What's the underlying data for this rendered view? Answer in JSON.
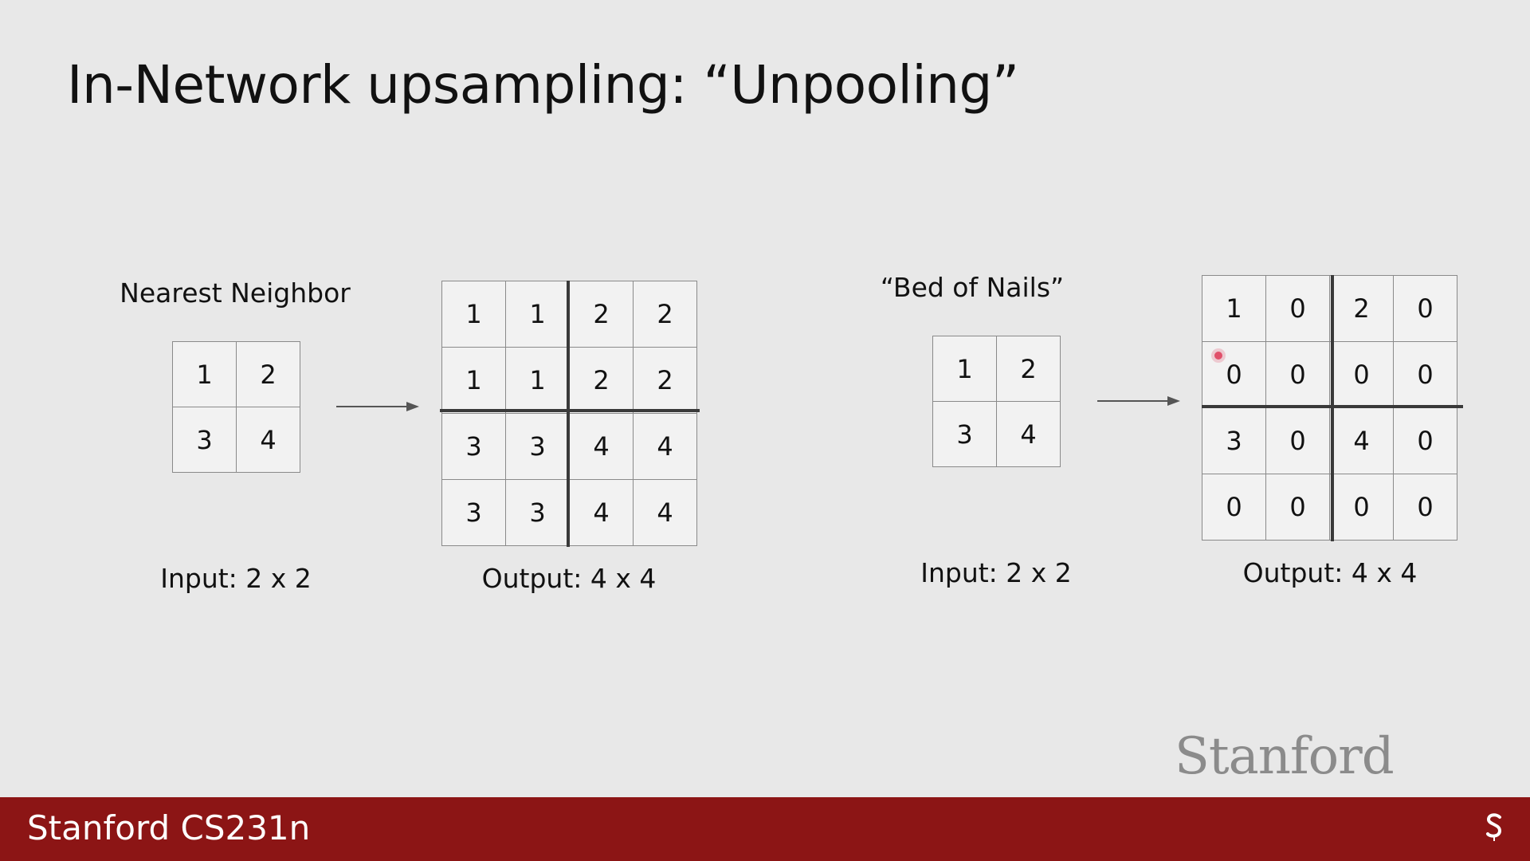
{
  "slide": {
    "title": "In-Network upsampling: “Unpooling”"
  },
  "nearest_neighbor": {
    "label": "Nearest Neighbor",
    "input_cells": [
      "1",
      "2",
      "3",
      "4"
    ],
    "output_cells": [
      "1",
      "1",
      "2",
      "2",
      "1",
      "1",
      "2",
      "2",
      "3",
      "3",
      "4",
      "4",
      "3",
      "3",
      "4",
      "4"
    ],
    "input_caption": "Input: 2 x 2",
    "output_caption": "Output: 4 x 4"
  },
  "bed_of_nails": {
    "label": "“Bed of Nails”",
    "input_cells": [
      "1",
      "2",
      "3",
      "4"
    ],
    "output_cells": [
      "1",
      "0",
      "2",
      "0",
      "0",
      "0",
      "0",
      "0",
      "3",
      "0",
      "4",
      "0",
      "0",
      "0",
      "0",
      "0"
    ],
    "input_caption": "Input: 2 x 2",
    "output_caption": "Output: 4 x 4"
  },
  "branding": {
    "wordmark": "Stanford",
    "footer_title": "Stanford CS231n",
    "footer_color": "#8c1515"
  },
  "icons": {
    "arrow": "right-arrow-icon",
    "logo": "stanford-s-logo-icon",
    "pointer": "pointer-dot-icon"
  }
}
